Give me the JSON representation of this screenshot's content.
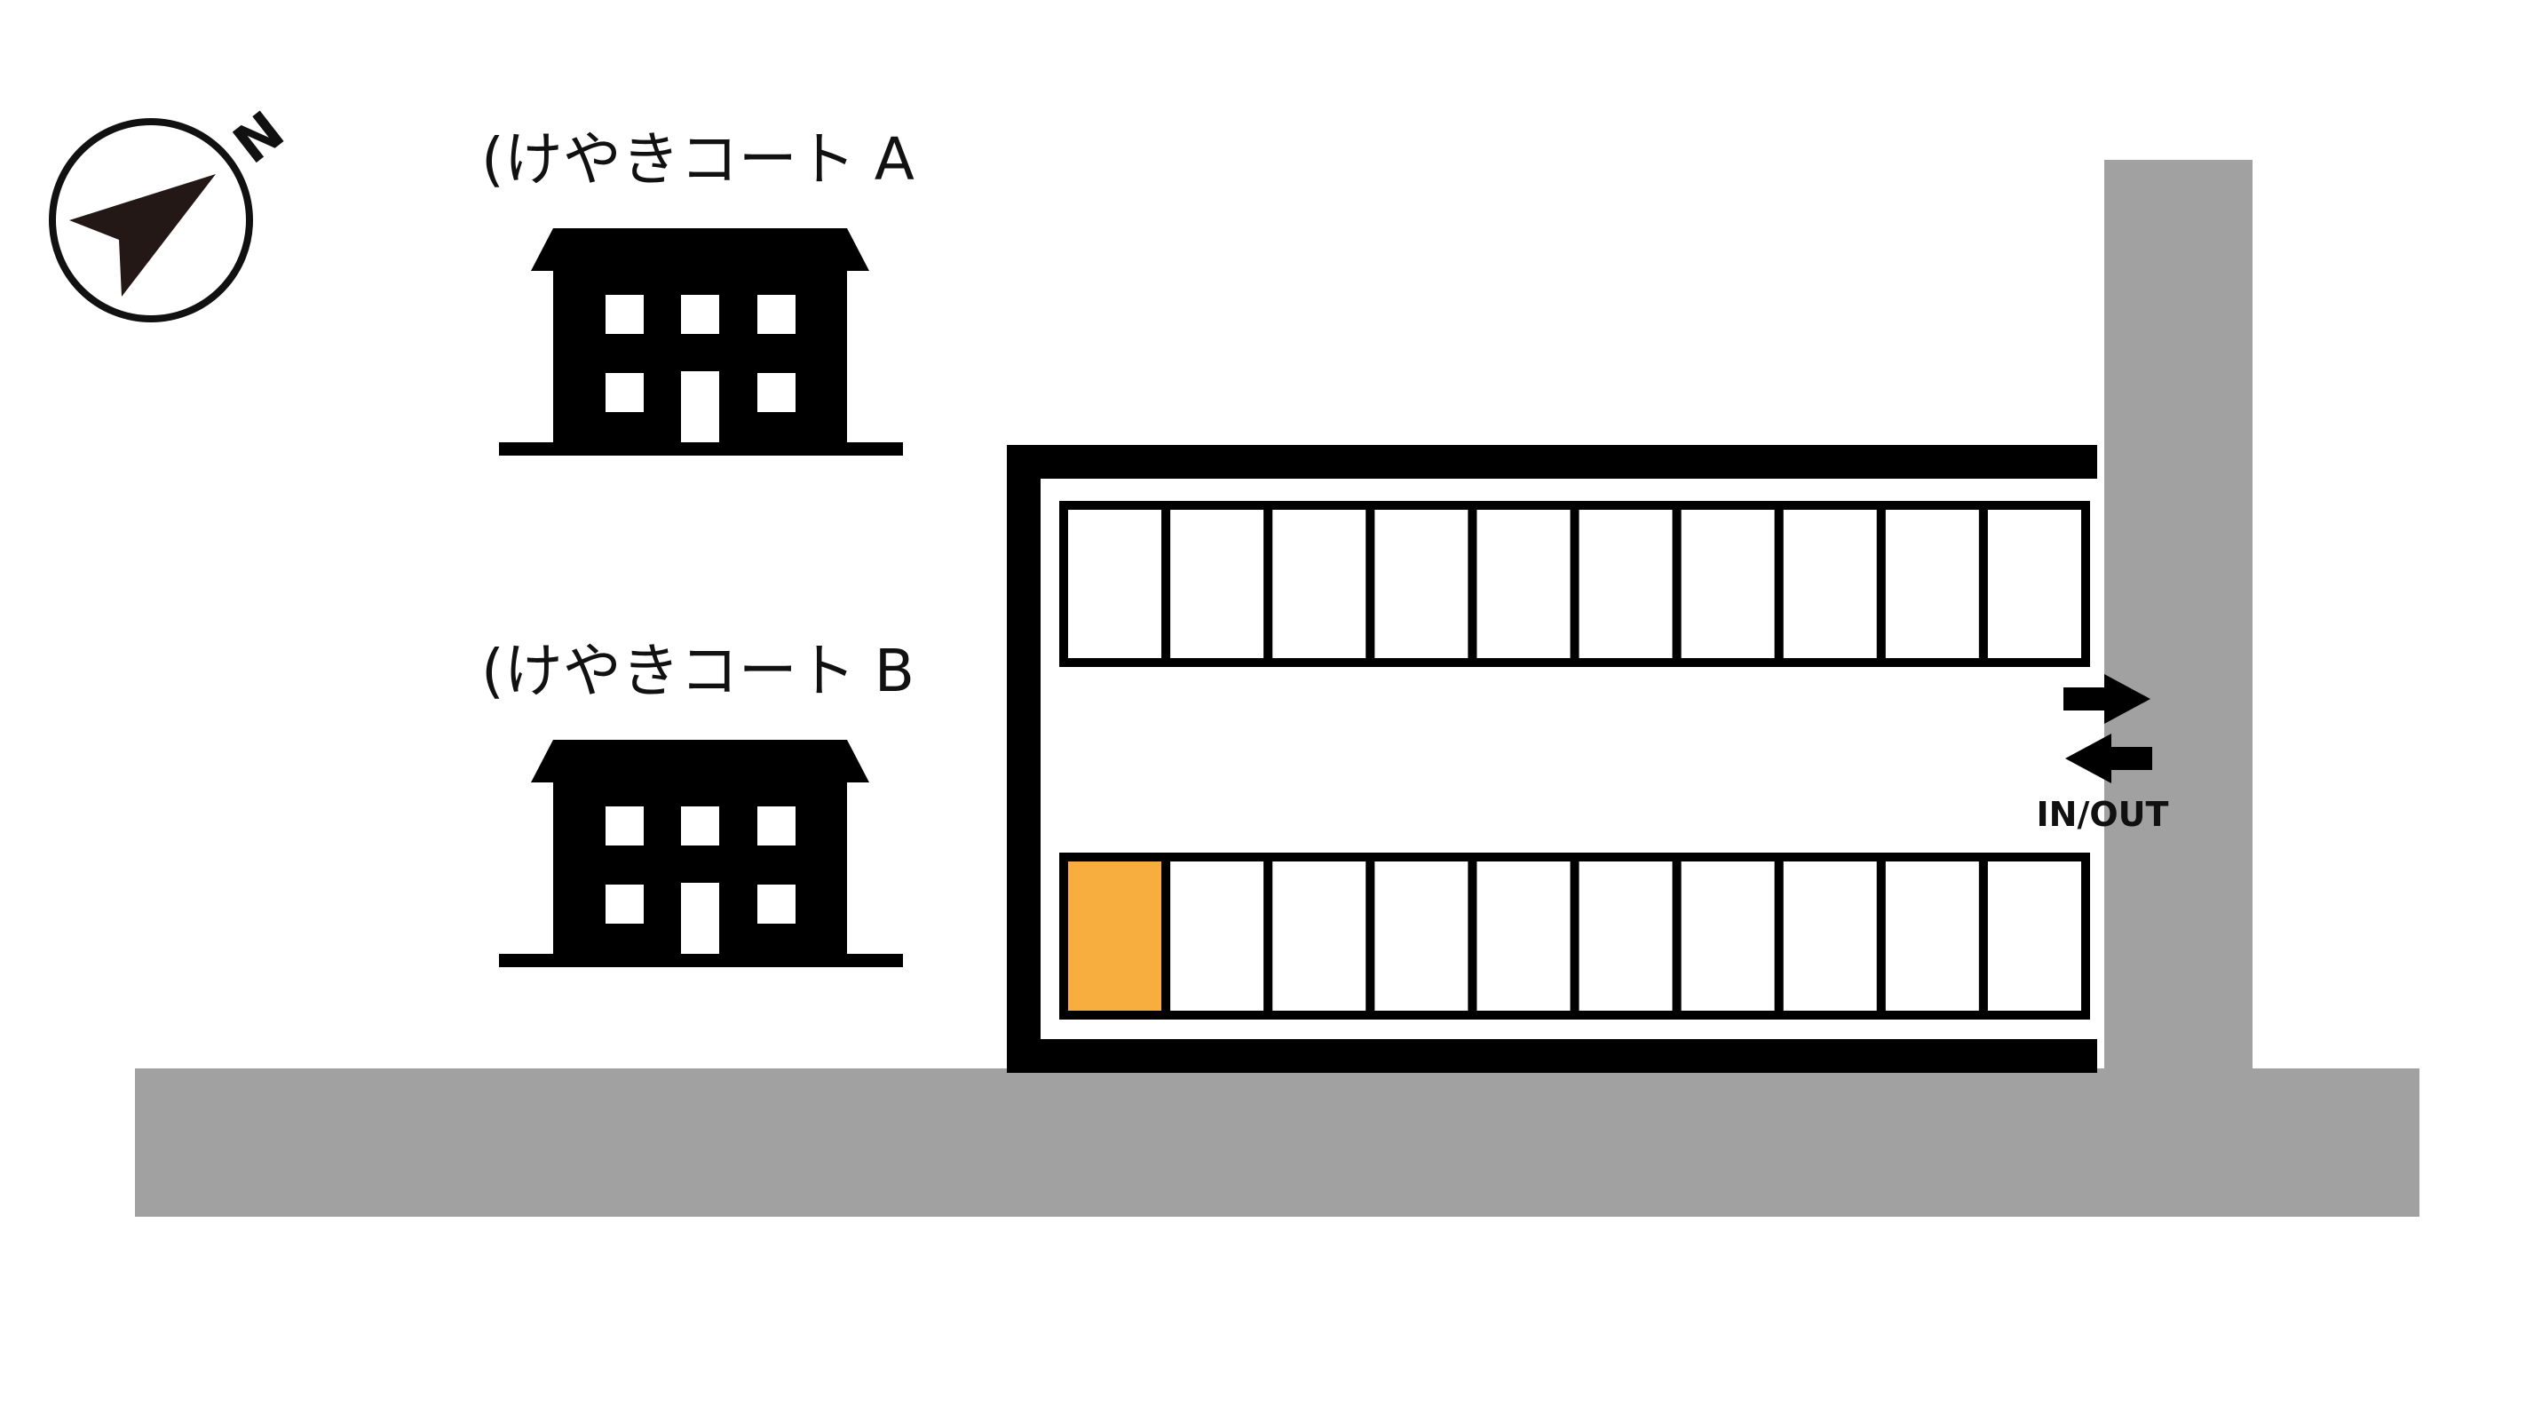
{
  "buildings": [
    {
      "name": "(けやきコート A"
    },
    {
      "name": "(けやきコート B"
    }
  ],
  "compass": {
    "label": "N"
  },
  "entrance": {
    "label": "IN/OUT"
  },
  "parking": {
    "rows": 2,
    "spaces_per_row": 10,
    "highlighted_space": {
      "row": 2,
      "index": 1
    }
  },
  "colors": {
    "road": "#a1a1a1",
    "highlight": "#f7ae3f",
    "outline": "#000000",
    "background": "#ffffff"
  }
}
